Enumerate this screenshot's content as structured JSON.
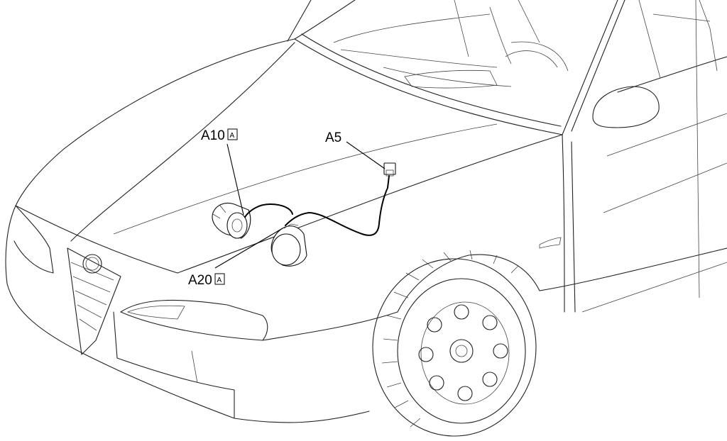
{
  "diagram": {
    "labels": [
      {
        "id": "a10",
        "code": "A10",
        "box": "A"
      },
      {
        "id": "a5",
        "code": "A5",
        "box": ""
      },
      {
        "id": "a20",
        "code": "A20",
        "box": "A"
      }
    ]
  }
}
